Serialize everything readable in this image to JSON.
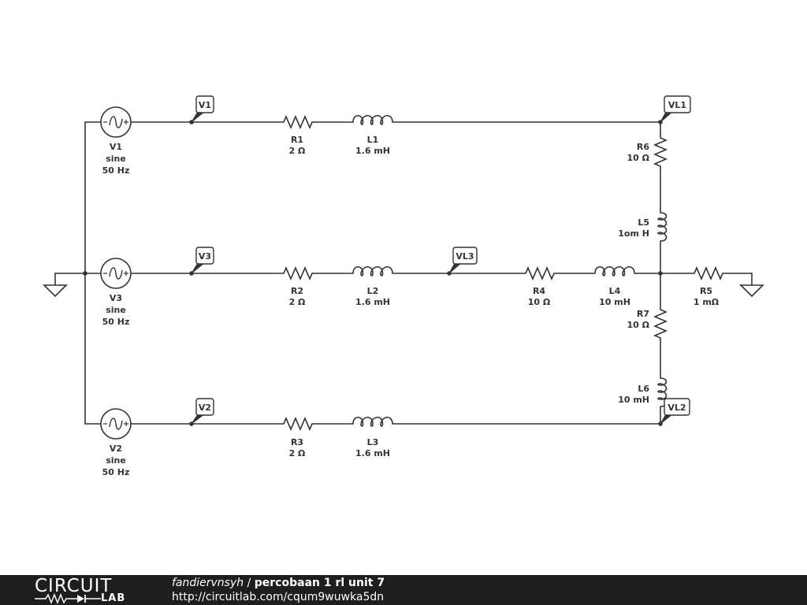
{
  "circuit": {
    "sources": [
      {
        "id": "V1",
        "name": "V1",
        "type": "sine",
        "freq": "50 Hz"
      },
      {
        "id": "V3",
        "name": "V3",
        "type": "sine",
        "freq": "50 Hz"
      },
      {
        "id": "V2",
        "name": "V2",
        "type": "sine",
        "freq": "50 Hz"
      }
    ],
    "components": [
      {
        "id": "R1",
        "kind": "resistor",
        "name": "R1",
        "value": "2 Ω"
      },
      {
        "id": "L1",
        "kind": "inductor",
        "name": "L1",
        "value": "1.6 mH"
      },
      {
        "id": "R2",
        "kind": "resistor",
        "name": "R2",
        "value": "2 Ω"
      },
      {
        "id": "L2",
        "kind": "inductor",
        "name": "L2",
        "value": "1.6 mH"
      },
      {
        "id": "R3",
        "kind": "resistor",
        "name": "R3",
        "value": "2 Ω"
      },
      {
        "id": "L3",
        "kind": "inductor",
        "name": "L3",
        "value": "1.6 mH"
      },
      {
        "id": "R4",
        "kind": "resistor",
        "name": "R4",
        "value": "10 Ω"
      },
      {
        "id": "L4",
        "kind": "inductor",
        "name": "L4",
        "value": "10 mH"
      },
      {
        "id": "R5",
        "kind": "resistor",
        "name": "R5",
        "value": "1 mΩ"
      },
      {
        "id": "R6",
        "kind": "resistor",
        "name": "R6",
        "value": "10 Ω"
      },
      {
        "id": "L5",
        "kind": "inductor",
        "name": "L5",
        "value": "1om H"
      },
      {
        "id": "R7",
        "kind": "resistor",
        "name": "R7",
        "value": "10 Ω"
      },
      {
        "id": "L6",
        "kind": "inductor",
        "name": "L6",
        "value": "10 mH"
      }
    ],
    "probes": [
      {
        "id": "V1",
        "label": "V1"
      },
      {
        "id": "V3",
        "label": "V3"
      },
      {
        "id": "V2",
        "label": "V2"
      },
      {
        "id": "VL3",
        "label": "VL3"
      },
      {
        "id": "VL1",
        "label": "VL1"
      },
      {
        "id": "VL2",
        "label": "VL2"
      }
    ]
  },
  "footer": {
    "logo_top": "CIRCUIT",
    "logo_bottom": "LAB",
    "author": "fandiervnsyh",
    "separator": " / ",
    "title": "percobaan 1 rl unit 7",
    "url": "http://circuitlab.com/cqum9wuwka5dn"
  },
  "colors": {
    "wire": "#333333",
    "footer_bg": "#1e1e1e",
    "footer_text": "#ffffff"
  }
}
